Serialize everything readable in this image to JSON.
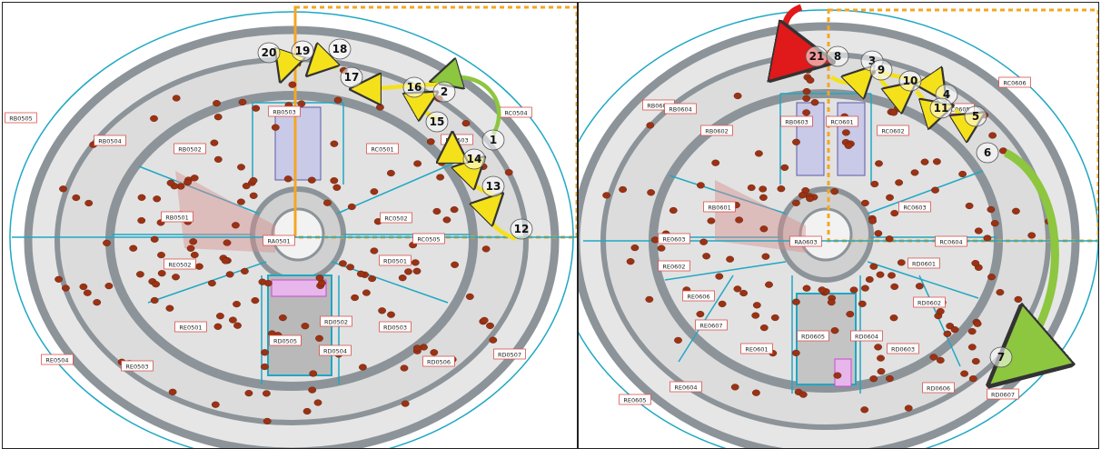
{
  "colors": {
    "wall": "#8c9499",
    "floor": "#dcdcdc",
    "cyan": "#1fa8c4",
    "label_border": "#d9534f",
    "dot": "#9b3214",
    "dashed": "#f5a623",
    "arrow_yellow": "#f5e11a",
    "arrow_green": "#8dc63f",
    "arrow_red": "#e0191b"
  },
  "left_panel": {
    "room_labels": [
      "RB0505",
      "RB0504",
      "RB0502",
      "RB0503",
      "RC0501",
      "RC0504",
      "RC0503",
      "RC0502",
      "RC0505",
      "RA0501",
      "RE0501",
      "RE0502",
      "RE0503",
      "RE0504",
      "RD0501",
      "RD0502",
      "RD0503",
      "RD0504",
      "RD0505",
      "RD0506",
      "RD0507",
      "RB0501"
    ],
    "markers": [
      "1",
      "2",
      "12",
      "13",
      "14",
      "15",
      "16",
      "17",
      "18",
      "19",
      "20"
    ]
  },
  "right_panel": {
    "room_labels": [
      "RB0605",
      "RB0604",
      "RB0602",
      "RB0603",
      "RC0601",
      "RC0602",
      "RC0606",
      "RC0605",
      "RC0603",
      "RC0604",
      "RA0603",
      "RB0601",
      "RE0603",
      "RE0602",
      "RE0606",
      "RE0607",
      "RE0601",
      "RE0604",
      "RE0605",
      "RD0601",
      "RD0602",
      "RD0603",
      "RD0604",
      "RD0605",
      "RD0606",
      "RD0607"
    ],
    "markers": [
      "21",
      "8",
      "3",
      "9",
      "10",
      "4",
      "11",
      "5",
      "6",
      "7"
    ]
  }
}
